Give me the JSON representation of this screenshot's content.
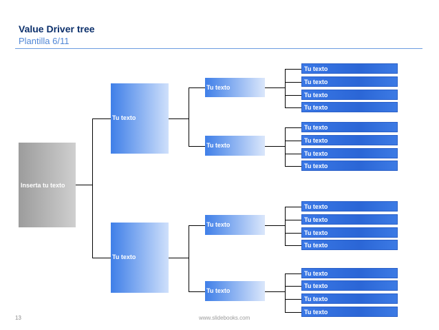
{
  "header": {
    "title": "Value Driver tree",
    "subtitle": "Plantilla 6/11"
  },
  "tree": {
    "root": "Inserta tu texto",
    "branches": [
      {
        "label": "Tu texto",
        "children": [
          {
            "label": "Tu texto",
            "leaves": [
              "Tu texto",
              "Tu texto",
              "Tu texto",
              "Tu texto"
            ]
          },
          {
            "label": "Tu texto",
            "leaves": [
              "Tu texto",
              "Tu texto",
              "Tu texto",
              "Tu texto"
            ]
          }
        ]
      },
      {
        "label": "Tu texto",
        "children": [
          {
            "label": "Tu texto",
            "leaves": [
              "Tu texto",
              "Tu texto",
              "Tu texto",
              "Tu texto"
            ]
          },
          {
            "label": "Tu texto",
            "leaves": [
              "Tu texto",
              "Tu texto",
              "Tu texto",
              "Tu texto"
            ]
          }
        ]
      }
    ]
  },
  "footer": {
    "page_number": "13",
    "site": "www.slidebooks.com"
  }
}
